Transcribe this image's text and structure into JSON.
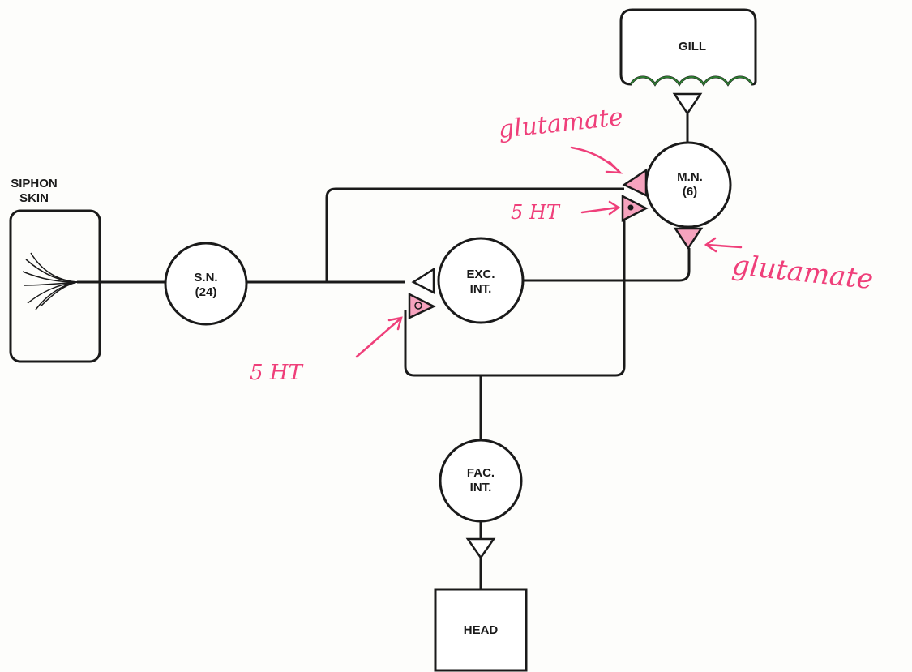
{
  "nodes": {
    "siphon_skin": {
      "line1": "SIPHON",
      "line2": "SKIN"
    },
    "sensory_neuron": {
      "line1": "S.N.",
      "line2": "(24)"
    },
    "excitatory_interneuron": {
      "line1": "EXC.",
      "line2": "INT."
    },
    "motor_neuron": {
      "line1": "M.N.",
      "line2": "(6)"
    },
    "facilitating_interneuron": {
      "line1": "FAC.",
      "line2": "INT."
    },
    "gill": {
      "label": "GILL"
    },
    "head": {
      "label": "HEAD"
    }
  },
  "annotations": {
    "glutamate_top": "glutamate",
    "glutamate_right": "glutamate",
    "serotonin_upper": "5 HT",
    "serotonin_lower": "5 HT"
  },
  "colors": {
    "ink": "#1a1a1a",
    "annotation": "#ef3f7a",
    "gill_fringe": "#2e7d32"
  }
}
